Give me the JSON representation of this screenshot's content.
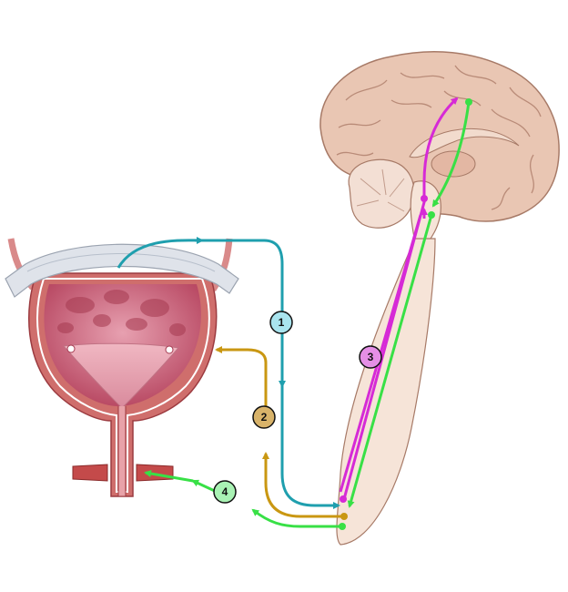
{
  "badges": [
    {
      "label": "1",
      "color": "#a9e4ee"
    },
    {
      "label": "2",
      "color": "#d8b36a"
    },
    {
      "label": "3",
      "color": "#e58fe6"
    },
    {
      "label": "4",
      "color": "#a9f2b4"
    }
  ],
  "colors": {
    "pathway_1": "#1f9fae",
    "pathway_2": "#c99712",
    "pathway_3": "#d62ad6",
    "pathway_4": "#38e046",
    "bladder_wall": "#cf6e6c",
    "bladder_inner": "#c85c6e",
    "peritoneum": "#dfe3ea",
    "brain": "#e9c6b3",
    "spinal_cord": "#f6e4d8",
    "cerebellum": "#f3dfd4"
  },
  "icons": [
    "bladder-illustration",
    "brain-illustration",
    "spinal-cord-illustration"
  ]
}
